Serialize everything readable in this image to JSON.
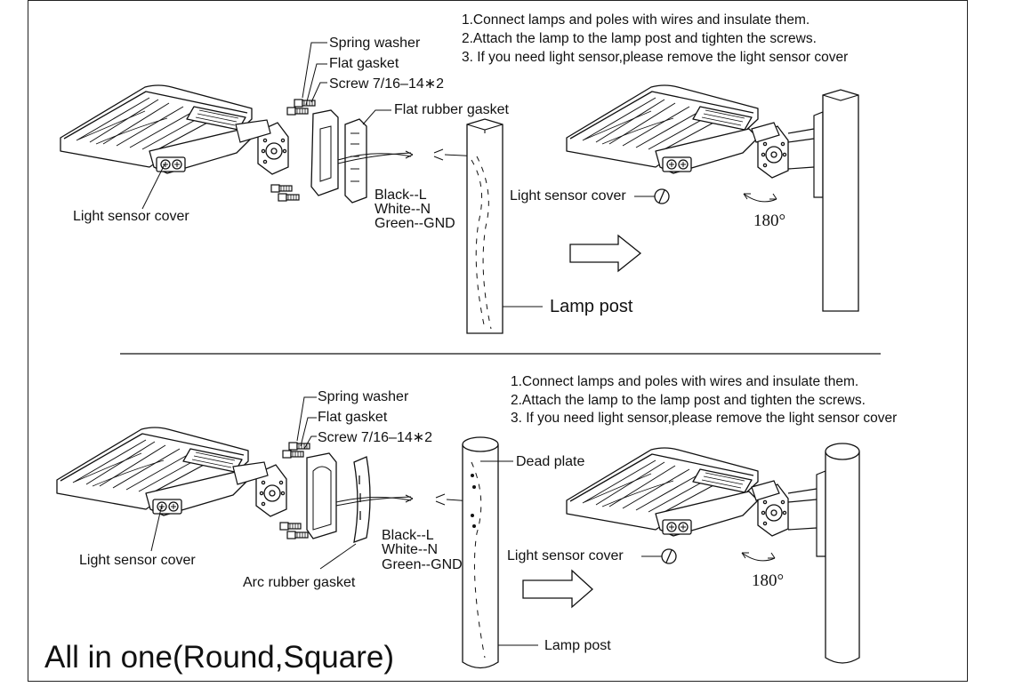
{
  "top": {
    "steps": [
      "1.Connect lamps and poles with wires and insulate them.",
      "2.Attach the lamp to the lamp post and tighten the screws.",
      "3. If you need light sensor,please remove the light sensor cover"
    ],
    "parts": [
      "Spring  washer",
      "Flat  gasket",
      "Screw  7/16–14∗2"
    ],
    "flat_rubber_gasket": "Flat rubber gasket",
    "light_sensor_cover_left": "Light sensor cover",
    "wires": [
      "Black--L",
      "White--N",
      "Green--GND"
    ],
    "light_sensor_cover_right": "Light sensor cover",
    "rotation": "180°",
    "lamp_post": "Lamp post"
  },
  "bottom": {
    "steps": [
      "1.Connect lamps and poles with wires and insulate them.",
      "2.Attach the lamp to the lamp post and tighten the screws.",
      "3. If you need light sensor,please remove the light sensor cover"
    ],
    "parts": [
      "Spring  washer",
      "Flat  gasket",
      "Screw  7/16–14∗2"
    ],
    "dead_plate": "Dead plate",
    "light_sensor_cover_left": "Light sensor cover",
    "arc_rubber_gasket": "Arc rubber gasket",
    "wires": [
      "Black--L",
      "White--N",
      "Green--GND"
    ],
    "light_sensor_cover_right": "Light sensor cover",
    "rotation": "180°",
    "lamp_post": "Lamp post"
  },
  "footer_title": "All in one(Round,Square)",
  "colors": {
    "line": "#111111",
    "background": "#ffffff"
  }
}
